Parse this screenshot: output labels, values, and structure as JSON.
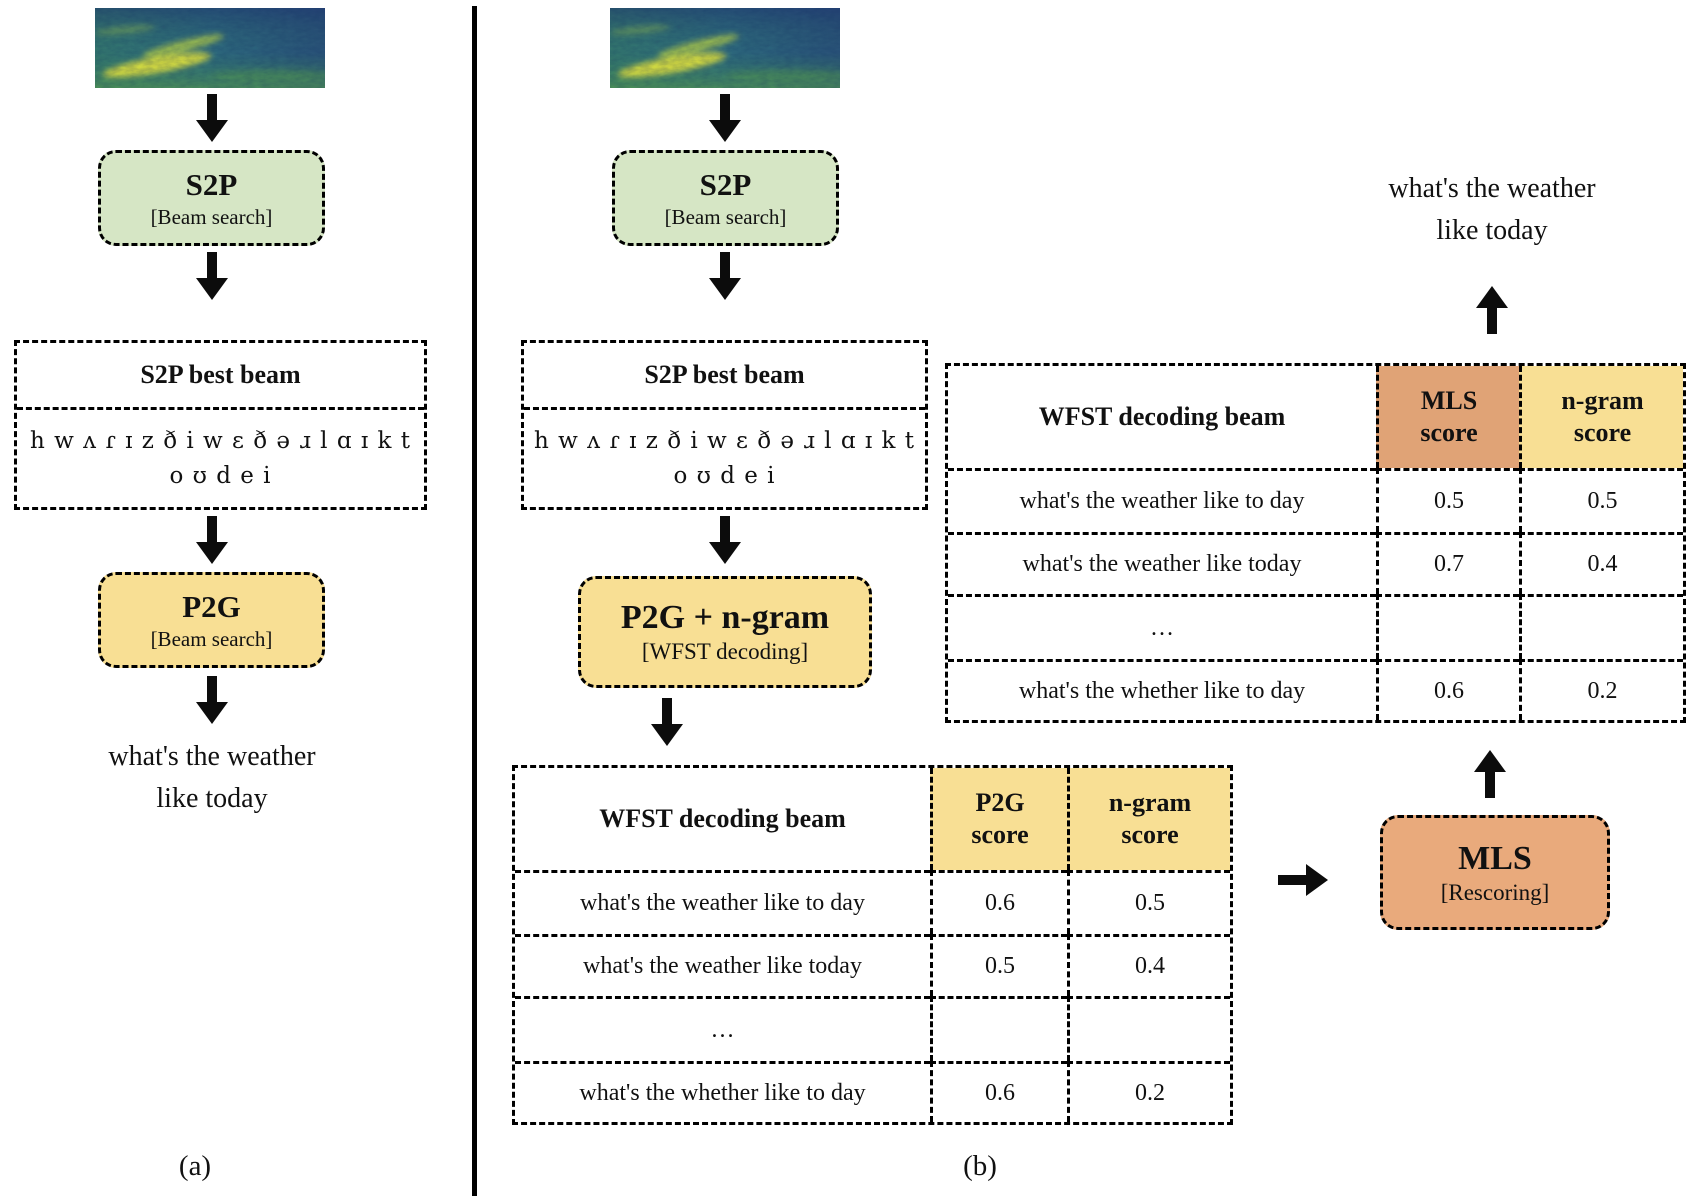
{
  "panel_a": {
    "label": "(a)",
    "s2p_box": {
      "title": "S2P",
      "subtitle": "[Beam search]"
    },
    "beam_box": {
      "title": "S2P  best beam",
      "phonemes_line1": "h w ʌ ɾ ɪ z ð i w ɛ ð ə ɹ l ɑ ɪ k t",
      "phonemes_line2": "o ʊ d e i"
    },
    "p2g_box": {
      "title": "P2G",
      "subtitle": "[Beam search]"
    },
    "output": {
      "line1": "what's the weather",
      "line2": "like today"
    }
  },
  "panel_b": {
    "label": "(b)",
    "s2p_box": {
      "title": "S2P",
      "subtitle": "[Beam search]"
    },
    "beam_box": {
      "title": "S2P  best beam",
      "phonemes_line1": "h w ʌ ɾ ɪ z ð i w ɛ ð ə ɹ l ɑ ɪ k t",
      "phonemes_line2": "o ʊ d e i"
    },
    "p2g_ngram_box": {
      "title": "P2G + n-gram",
      "subtitle": "[WFST decoding]"
    },
    "wfst_table": {
      "headers": [
        "WFST decoding beam",
        "P2G score",
        "n-gram score"
      ],
      "rows": [
        [
          "what's the weather like to day",
          "0.6",
          "0.5"
        ],
        [
          "what's the weather like today",
          "0.5",
          "0.4"
        ],
        [
          "…",
          "",
          ""
        ],
        [
          "what's the whether like to day",
          "0.6",
          "0.2"
        ]
      ]
    },
    "mls_box": {
      "title": "MLS",
      "subtitle": "[Rescoring]"
    },
    "rescored_table": {
      "headers": [
        "WFST decoding beam",
        "MLS score",
        "n-gram score"
      ],
      "rows": [
        [
          "what's the weather like to day",
          "0.5",
          "0.5"
        ],
        [
          "what's the weather like today",
          "0.7",
          "0.4"
        ],
        [
          "…",
          "",
          ""
        ],
        [
          "what's the whether like to day",
          "0.6",
          "0.2"
        ]
      ]
    },
    "output": {
      "line1": "what's the weather",
      "line2": "like today"
    }
  },
  "colors": {
    "s2p_green": "#d6e6c5",
    "score_yellow": "#f8df94",
    "mls_orange": "#e9aa7c",
    "mls_header_orange": "#e0a376"
  }
}
